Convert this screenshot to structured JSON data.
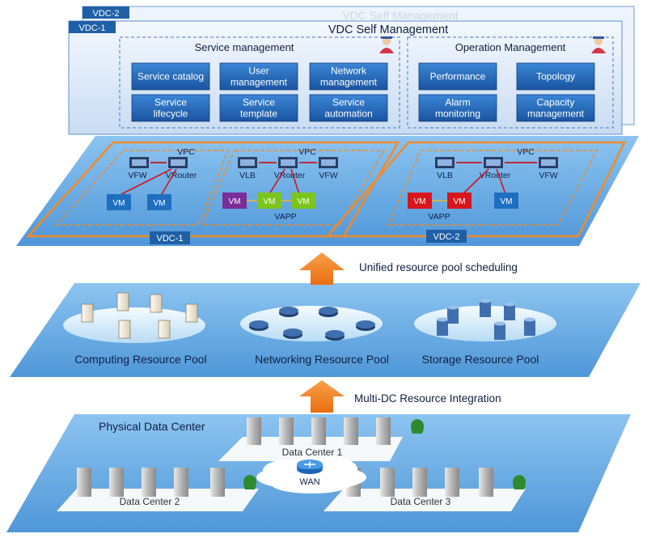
{
  "vdc_self_management": {
    "tab_back": "VDC-2",
    "tab_front": "VDC-1",
    "title_back": "VDC Self Management",
    "title_front": "VDC Self Management",
    "service_group": {
      "title": "Service management",
      "buttons": [
        [
          "Service catalog"
        ],
        [
          "User",
          "management"
        ],
        [
          "Network",
          "management"
        ],
        [
          "Service",
          "lifecycle"
        ],
        [
          "Service",
          "template"
        ],
        [
          "Service",
          "automation"
        ]
      ]
    },
    "operation_group": {
      "title": "Operation Management",
      "buttons": [
        [
          "Performance"
        ],
        [
          "Topology"
        ],
        [
          "Alarm",
          "monitoring"
        ],
        [
          "Capacity",
          "management"
        ]
      ]
    }
  },
  "vdc_layer": {
    "vdc1": {
      "label": "VDC-1",
      "vpc_left": {
        "title": "VPC",
        "vfw": "VFW",
        "vrouter": "VRouter",
        "vms": [
          "VM",
          "VM"
        ]
      },
      "vpc_right": {
        "title": "VPC",
        "vlb": "VLB",
        "vrouter": "VRouter",
        "vfw": "VFW",
        "vms": [
          "VM",
          "VM",
          "VM"
        ],
        "vapp": "VAPP"
      }
    },
    "vdc2": {
      "label": "VDC-2",
      "vpc": {
        "title": "VPC",
        "vlb": "VLB",
        "vrouter": "VRouter",
        "vfw": "VFW",
        "vms": [
          "VM",
          "VM",
          "VM"
        ],
        "vapp": "VAPP"
      }
    }
  },
  "arrow_top_label": "Unified resource pool scheduling",
  "resource_pools": [
    {
      "label": "Computing Resource Pool"
    },
    {
      "label": "Networking Resource Pool"
    },
    {
      "label": "Storage Resource Pool"
    }
  ],
  "arrow_bottom_label": "Multi-DC Resource Integration",
  "physical": {
    "title": "Physical Data Center",
    "dc1": "Data Center 1",
    "dc2": "Data Center 2",
    "dc3": "Data Center 3",
    "wan": "WAN"
  },
  "colors": {
    "layer_blue": "#6aaee6",
    "button_blue": "#1f5fa6",
    "vm_blue": "#1f6fc0",
    "vm_purple": "#7a2e9a",
    "vm_green": "#7cc51d",
    "vm_red": "#d8161e",
    "vpc_orange": "#f08a2a",
    "arrow_orange": "#f07c1c"
  }
}
